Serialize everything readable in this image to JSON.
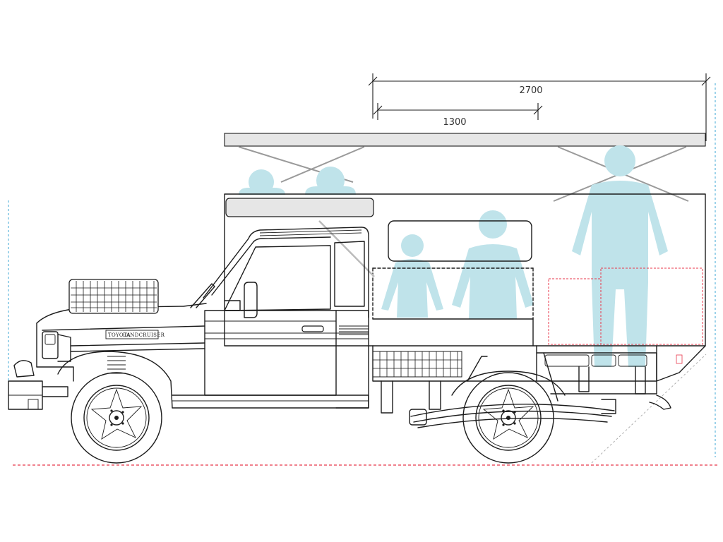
{
  "dimensions": {
    "overall_label": "2700",
    "inner_label": "1300"
  },
  "vehicle": {
    "badge": "LANDCRUISER",
    "badge_small": "TOYOTA"
  },
  "colors": {
    "line": "#1c1c1c",
    "occupant_fill": "#bfe3ea",
    "ground_line": "#e8374b",
    "guide_line": "#3ea7d6",
    "roof_panel": "#e6e6e6",
    "hatch_line": "#9a9a9a"
  }
}
